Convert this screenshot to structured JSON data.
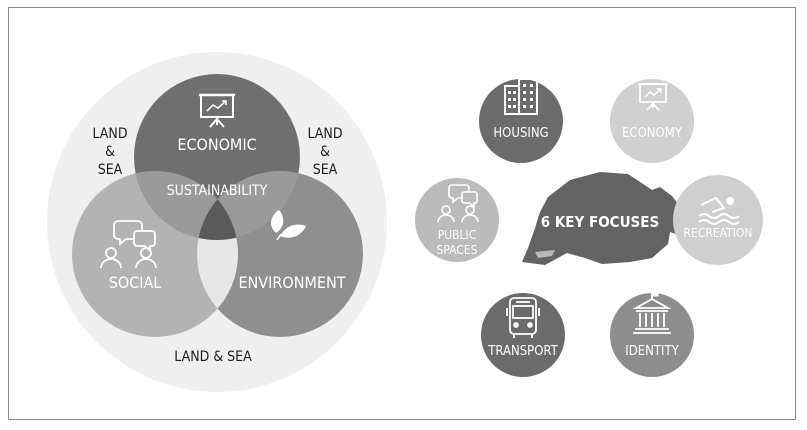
{
  "venn": {
    "economic": "ECONOMIC",
    "social": "SOCIAL",
    "environment": "ENVIRONMENT",
    "center": "SUSTAINABILITY",
    "land_sea_left": [
      "LAND",
      "&",
      "SEA"
    ],
    "land_sea_right": [
      "LAND",
      "&",
      "SEA"
    ],
    "land_sea_bottom": "LAND & SEA"
  },
  "focuses": {
    "title": "6 KEY FOCUSES",
    "housing": "HOUSING",
    "economy": "ECONOMY",
    "public_spaces": [
      "PUBLIC",
      "SPACES"
    ],
    "recreation": "RECREATION",
    "transport": "TRANSPORT",
    "identity": "IDENTITY"
  },
  "icons": {
    "economic": "presentation-chart-icon",
    "social": "people-chat-icon",
    "environment": "leaves-icon",
    "housing": "buildings-icon",
    "economy": "presentation-chart-icon",
    "public_spaces": "people-chat-icon",
    "recreation": "swimmer-icon",
    "transport": "bus-icon",
    "identity": "museum-icon"
  },
  "colors": {
    "outer_circle": "#efefef",
    "economic": "#6f6f6f",
    "social": "#b3b3b3",
    "environment": "#8f8f8f",
    "overlap": "#595959",
    "housing": "#6b6b6b",
    "economy": "#d0d0d0",
    "public_spaces": "#bbbbbb",
    "recreation": "#cfcfcf",
    "transport": "#6b6b6b",
    "identity": "#8d8d8d",
    "map": "#636363"
  }
}
